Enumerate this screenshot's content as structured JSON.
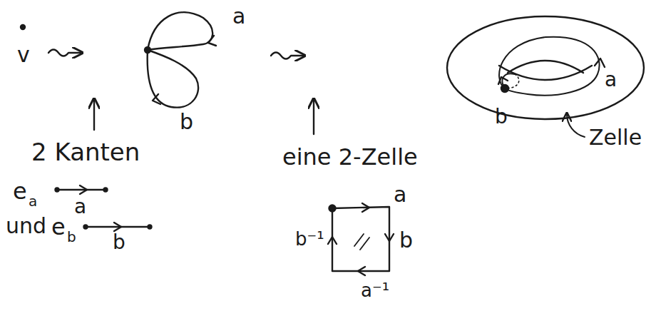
{
  "diagram": {
    "labels": [
      "v",
      "a",
      "b",
      "2 Kanten",
      "e",
      "a",
      "a",
      "und",
      "e",
      "b",
      "b",
      "eine 2-Zelle",
      "a",
      "b",
      "a⁻¹",
      "b⁻¹",
      "a",
      "b",
      "Zelle"
    ]
  }
}
